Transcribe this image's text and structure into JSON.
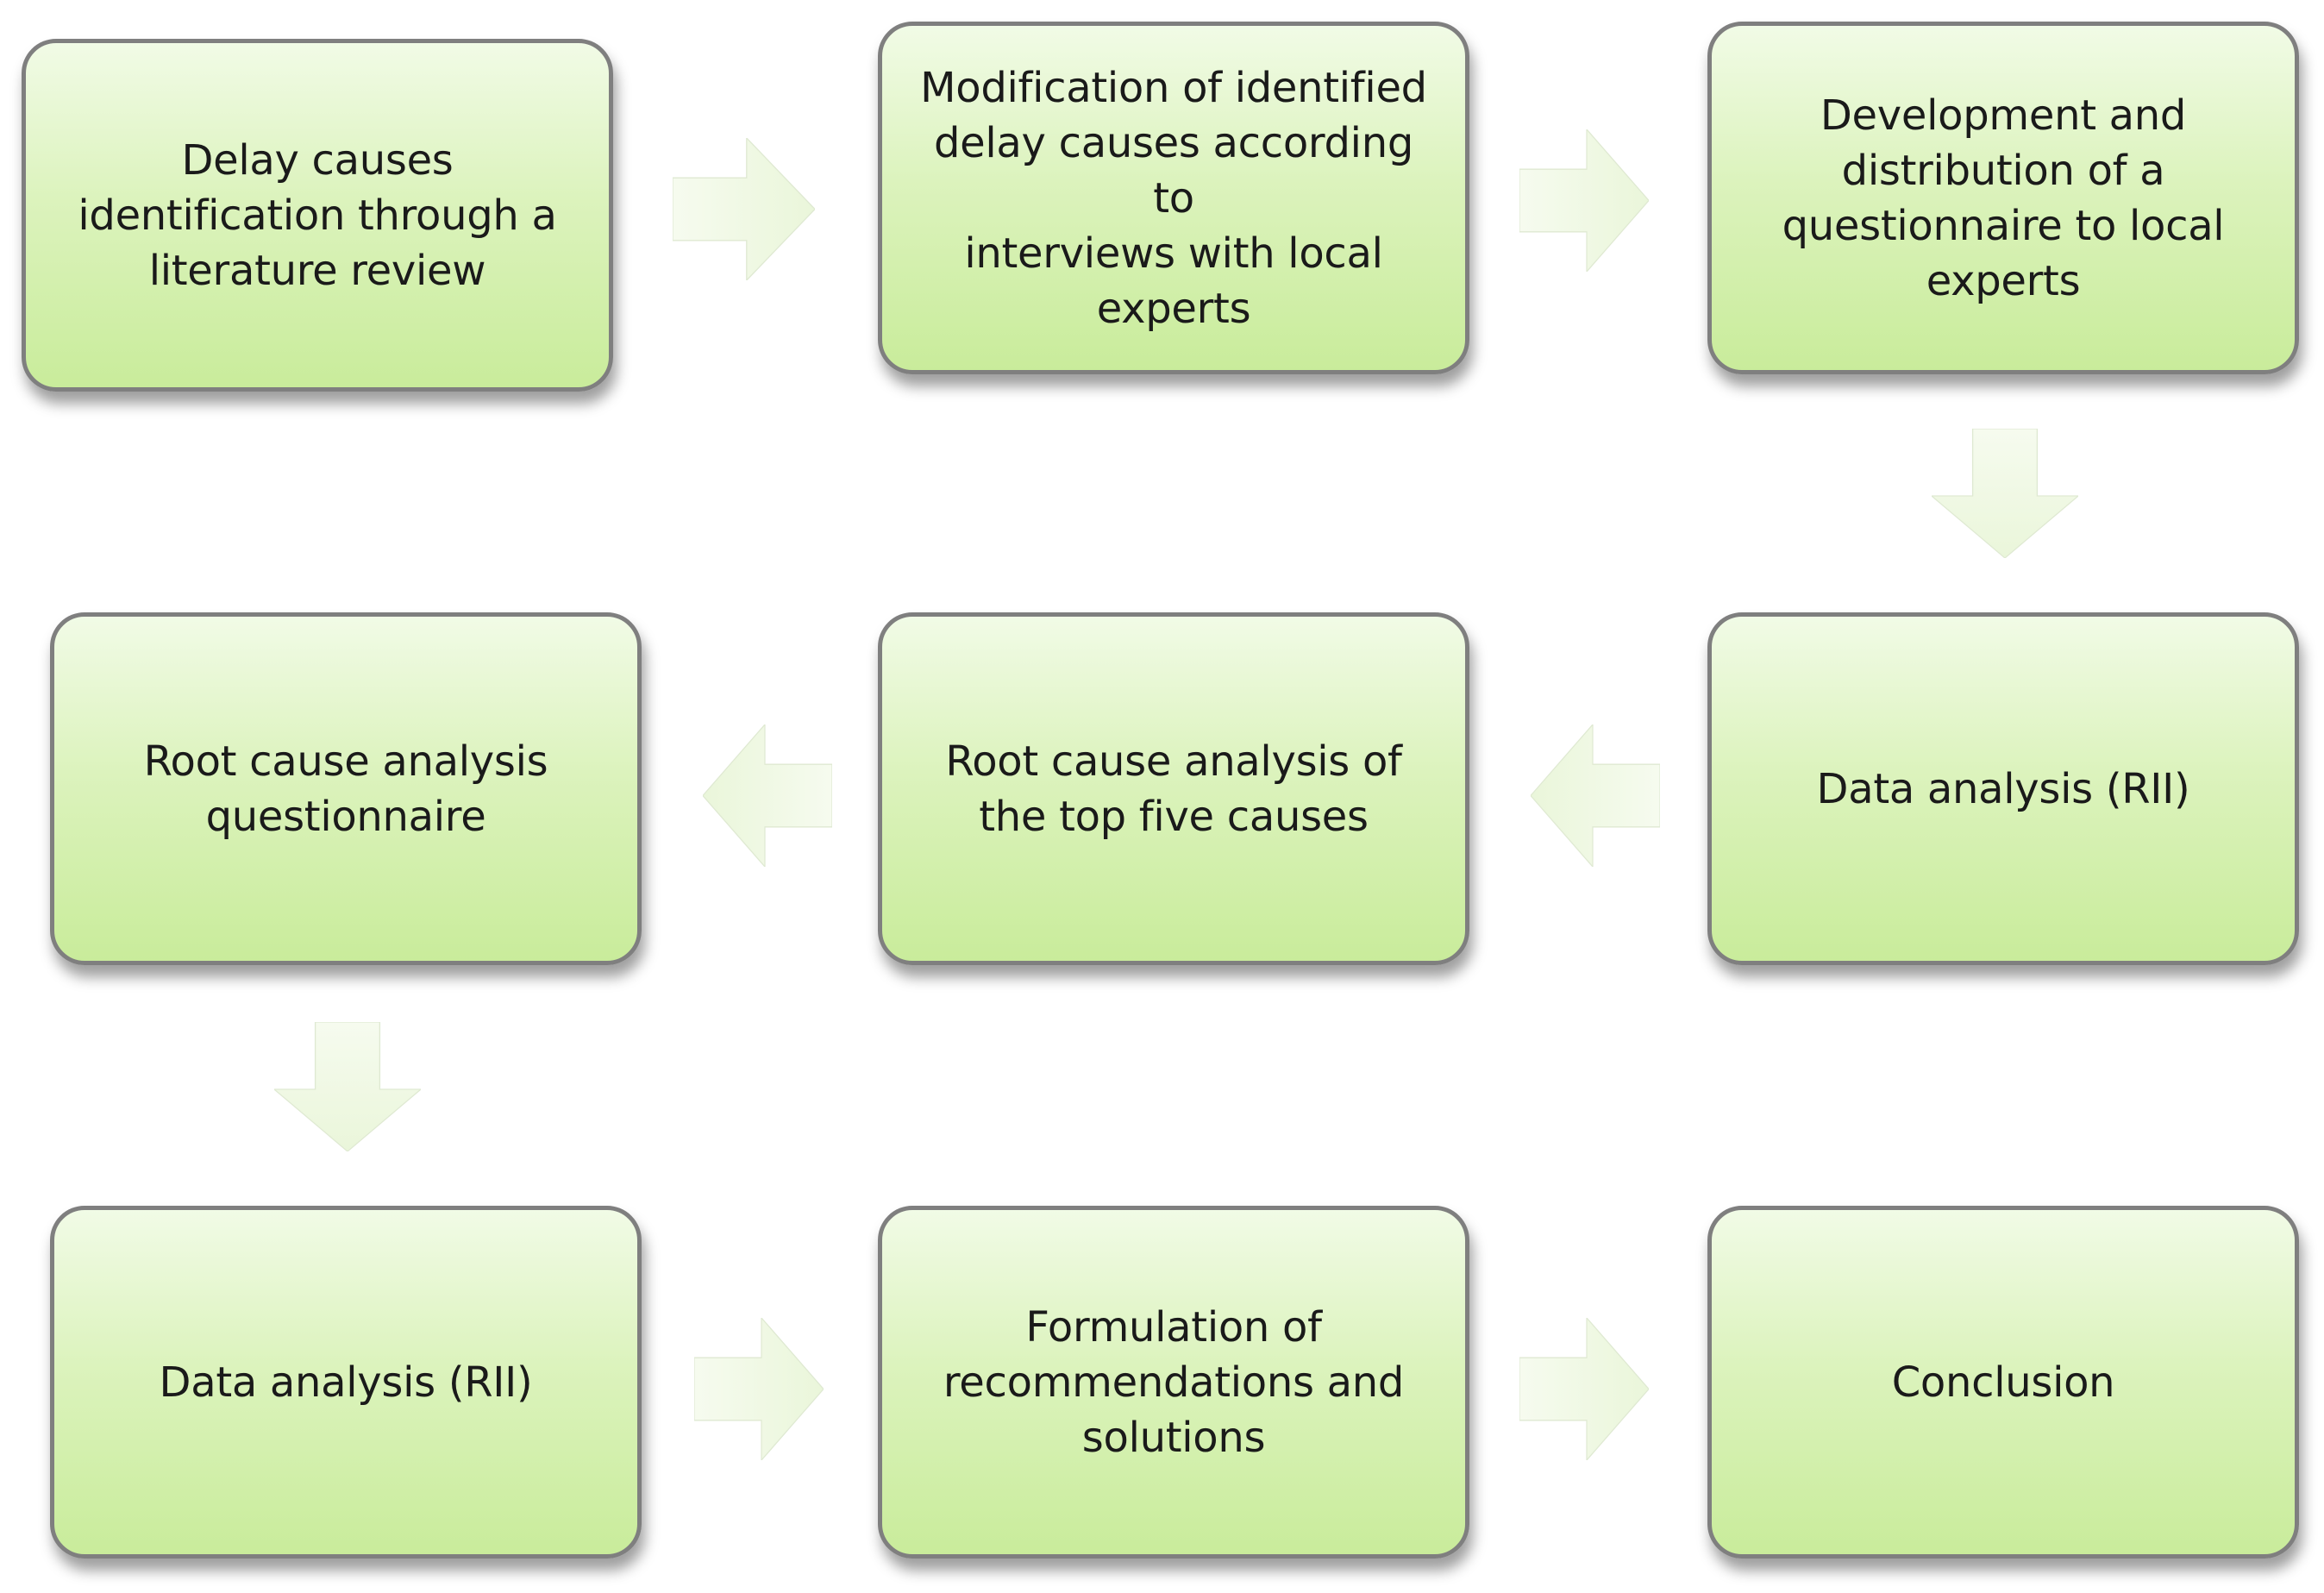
{
  "diagram": {
    "steps": [
      {
        "label": "Delay causes\nidentification through a\nliterature review"
      },
      {
        "label": "Modification of  identified\ndelay causes according to\ninterviews with local\nexperts"
      },
      {
        "label": "Development and\ndistribution of a\nquestionnaire to local\nexperts"
      },
      {
        "label": "Data analysis (RII)"
      },
      {
        "label": "Root cause analysis  of\nthe top five causes"
      },
      {
        "label": "Root cause analysis\nquestionnaire"
      },
      {
        "label": "Data analysis (RII)"
      },
      {
        "label": "Formulation of\nrecommendations and\nsolutions"
      },
      {
        "label": "Conclusion"
      }
    ],
    "arrows": [
      {
        "from": 1,
        "to": 2,
        "direction": "right"
      },
      {
        "from": 2,
        "to": 3,
        "direction": "right"
      },
      {
        "from": 3,
        "to": 4,
        "direction": "down"
      },
      {
        "from": 4,
        "to": 5,
        "direction": "left"
      },
      {
        "from": 5,
        "to": 6,
        "direction": "left"
      },
      {
        "from": 6,
        "to": 7,
        "direction": "down"
      },
      {
        "from": 7,
        "to": 8,
        "direction": "right"
      },
      {
        "from": 8,
        "to": 9,
        "direction": "right"
      }
    ],
    "colors": {
      "box_fill_top": "#f1fbe6",
      "box_fill_bottom": "#c9ec9b",
      "box_border": "#7f7f7f",
      "arrow_fill": "#eaf6da",
      "text": "#1a1a1a"
    }
  }
}
